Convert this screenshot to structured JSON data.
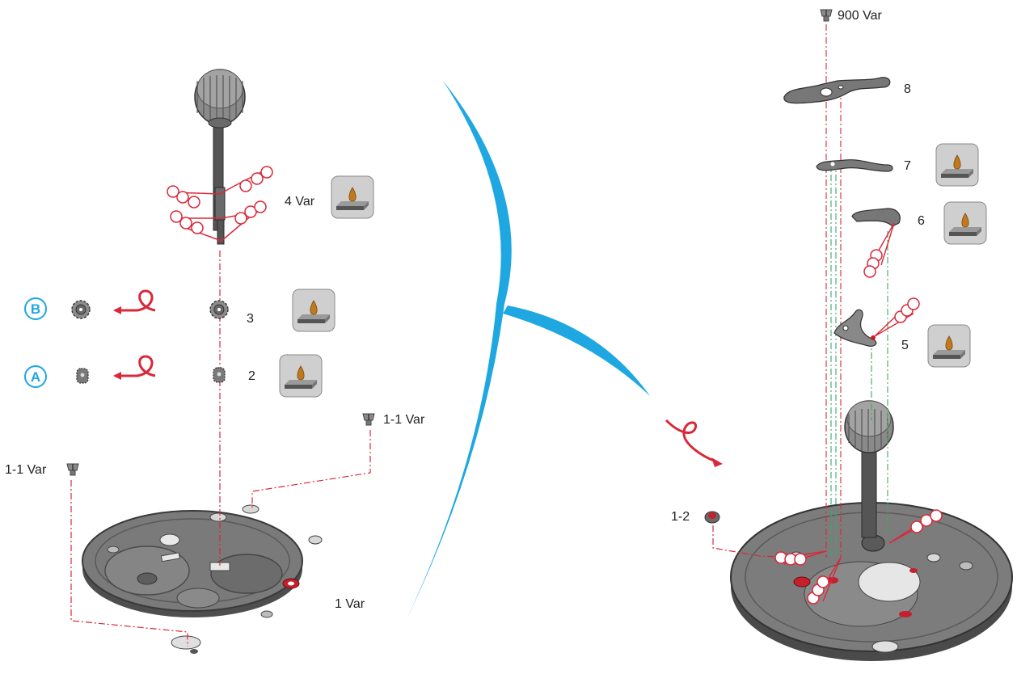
{
  "labels": {
    "part_4": "4 Var",
    "part_3": "3",
    "part_2": "2",
    "part_1_1_right": "1-1 Var",
    "part_1_1_left": "1-1 Var",
    "part_1": "1 Var",
    "part_900": "900 Var",
    "part_8": "8",
    "part_7": "7",
    "part_6": "6",
    "part_5": "5",
    "part_1_2": "1-2"
  },
  "variants": {
    "b": "B",
    "a": "A"
  },
  "colors": {
    "accent_blue": "#1ea7e1",
    "assembly_red": "#d9283a",
    "guide_green": "#3aaa6a",
    "part_gray": "#6f6f6f",
    "plate_gray": "#7a7a7a",
    "oil_tile": "#cfcfcf",
    "oil_drop": "#c07a1c"
  },
  "icons": [
    "oil-lubrication-icon",
    "rotate-arrow-icon",
    "screw-icon",
    "pinion-icon",
    "crown-icon"
  ]
}
